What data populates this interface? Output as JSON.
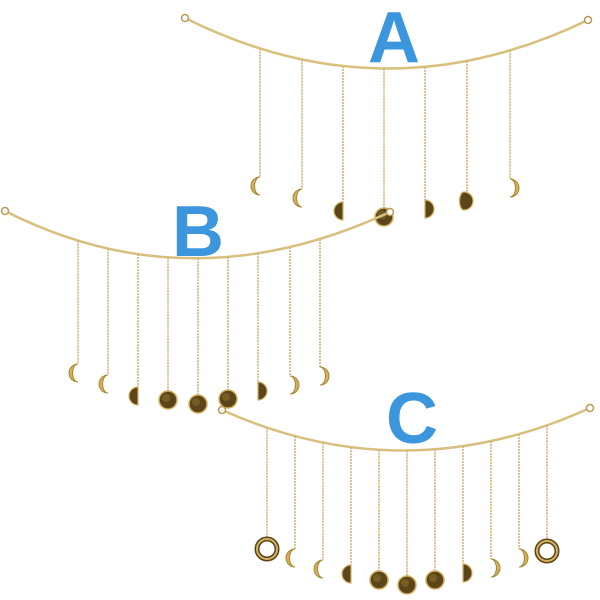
{
  "variants": [
    {
      "label": "A",
      "phases": [
        "crescent-left",
        "crescent-left",
        "half-left",
        "full",
        "half-right",
        "gibbous-right",
        "crescent-right"
      ]
    },
    {
      "label": "B",
      "phases": [
        "crescent-left",
        "crescent-left",
        "half-left",
        "full",
        "full",
        "full",
        "half-right",
        "crescent-right",
        "crescent-right"
      ]
    },
    {
      "label": "C",
      "phases": [
        "ring",
        "crescent-left",
        "crescent-left",
        "half-left",
        "full",
        "full",
        "full",
        "half-right",
        "crescent-right",
        "crescent-right",
        "ring"
      ]
    }
  ],
  "colors": {
    "label": "#3b96de",
    "gold": "#d2b060",
    "bronze": "#5b4519",
    "rod": "#d9bf7e"
  }
}
